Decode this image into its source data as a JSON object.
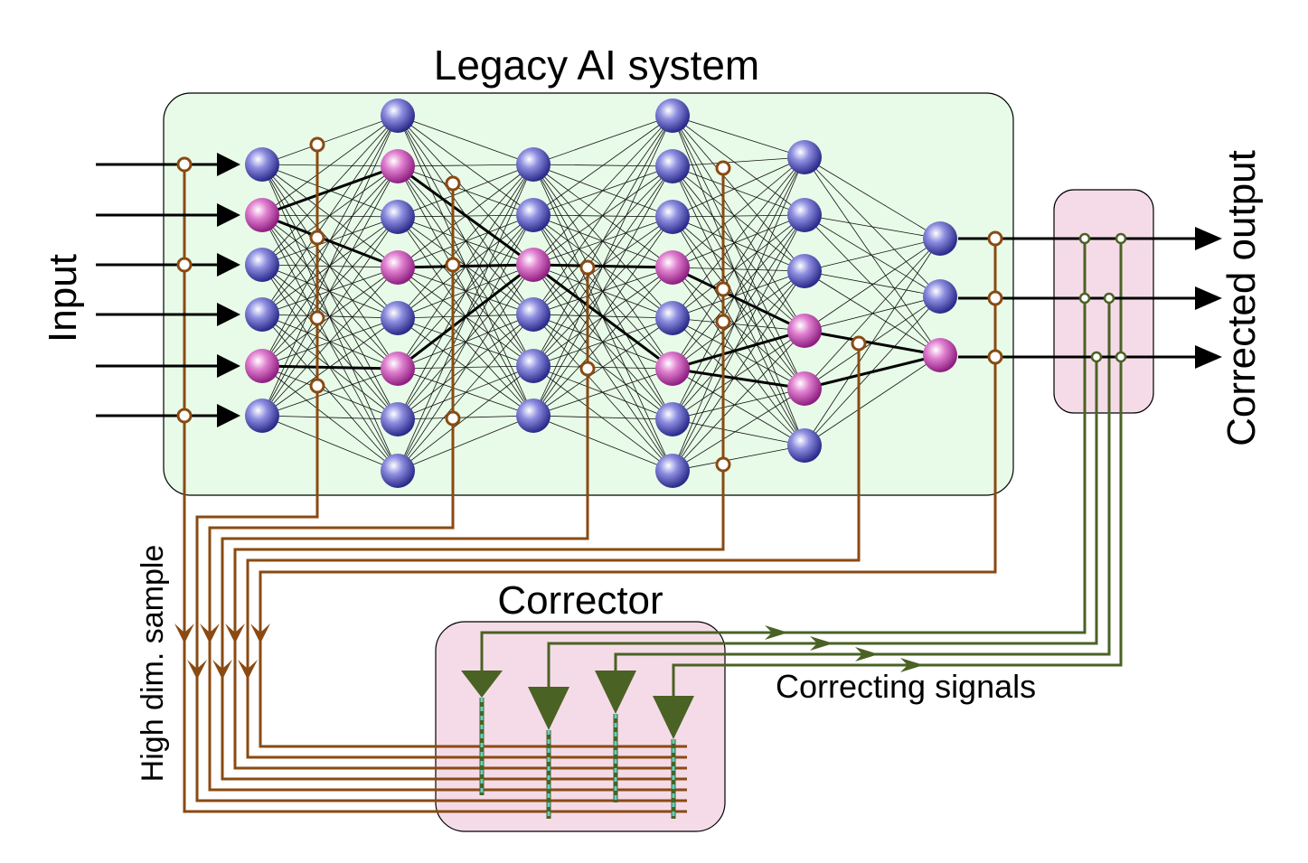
{
  "labels": {
    "title": "Legacy AI system",
    "input": "Input",
    "output": "Corrected output",
    "corrector": "Corrector",
    "sample": "High dim. sample",
    "signals": "Correcting signals"
  },
  "colors": {
    "legacy_box": "#e8fbe8",
    "pink_box": "#f5dbe8",
    "neuron_blue": "#3b3b9e",
    "neuron_pink": "#b0309a",
    "tap_brown": "#8a4a12",
    "signal_green": "#4a6224",
    "dash_teal": "#5fd2c8"
  },
  "network": {
    "layers": [
      {
        "count": 6,
        "highlighted": [
          1,
          4
        ]
      },
      {
        "count": 8,
        "highlighted": [
          1,
          3,
          5
        ]
      },
      {
        "count": 6,
        "highlighted": [
          2
        ]
      },
      {
        "count": 8,
        "highlighted": [
          3,
          5
        ]
      },
      {
        "count": 6,
        "highlighted": [
          3,
          4
        ]
      },
      {
        "count": 3,
        "highlighted": [
          2
        ]
      }
    ]
  }
}
